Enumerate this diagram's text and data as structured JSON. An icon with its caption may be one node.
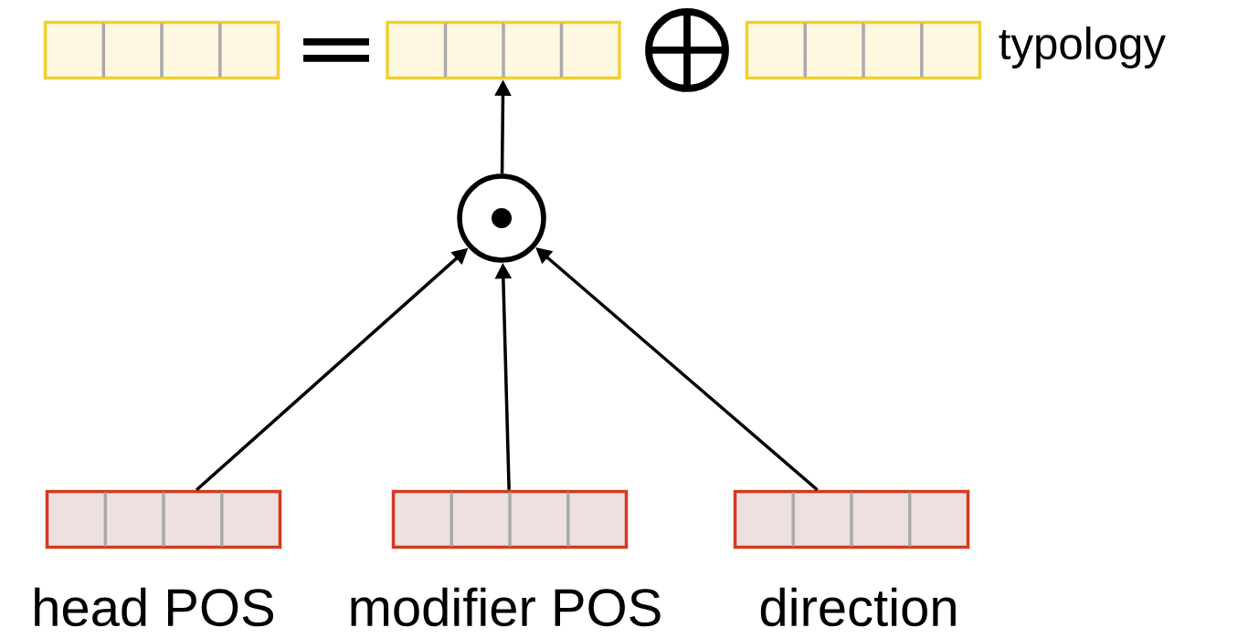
{
  "diagram": {
    "nodes": [
      {
        "text": [],
        "shape": "box"
      },
      {
        "text": [],
        "shape": "box"
      },
      {
        "text": [],
        "shape": "box",
        "beside": [
          "typology"
        ]
      },
      {
        "text": [],
        "shape": "circle"
      },
      {
        "text": [],
        "shape": "box",
        "beside": [
          "head POS"
        ]
      },
      {
        "text": [],
        "shape": "box",
        "beside": [
          "modifier POS"
        ]
      },
      {
        "text": [],
        "shape": "box",
        "beside": [
          "direction"
        ]
      }
    ],
    "edges": [
      {
        "from": 3,
        "to": 1,
        "arrow": "to"
      },
      {
        "from": 4,
        "to": 3,
        "arrow": "to"
      },
      {
        "from": 5,
        "to": 3,
        "arrow": "to"
      },
      {
        "from": 6,
        "to": 3,
        "arrow": "to"
      }
    ]
  }
}
